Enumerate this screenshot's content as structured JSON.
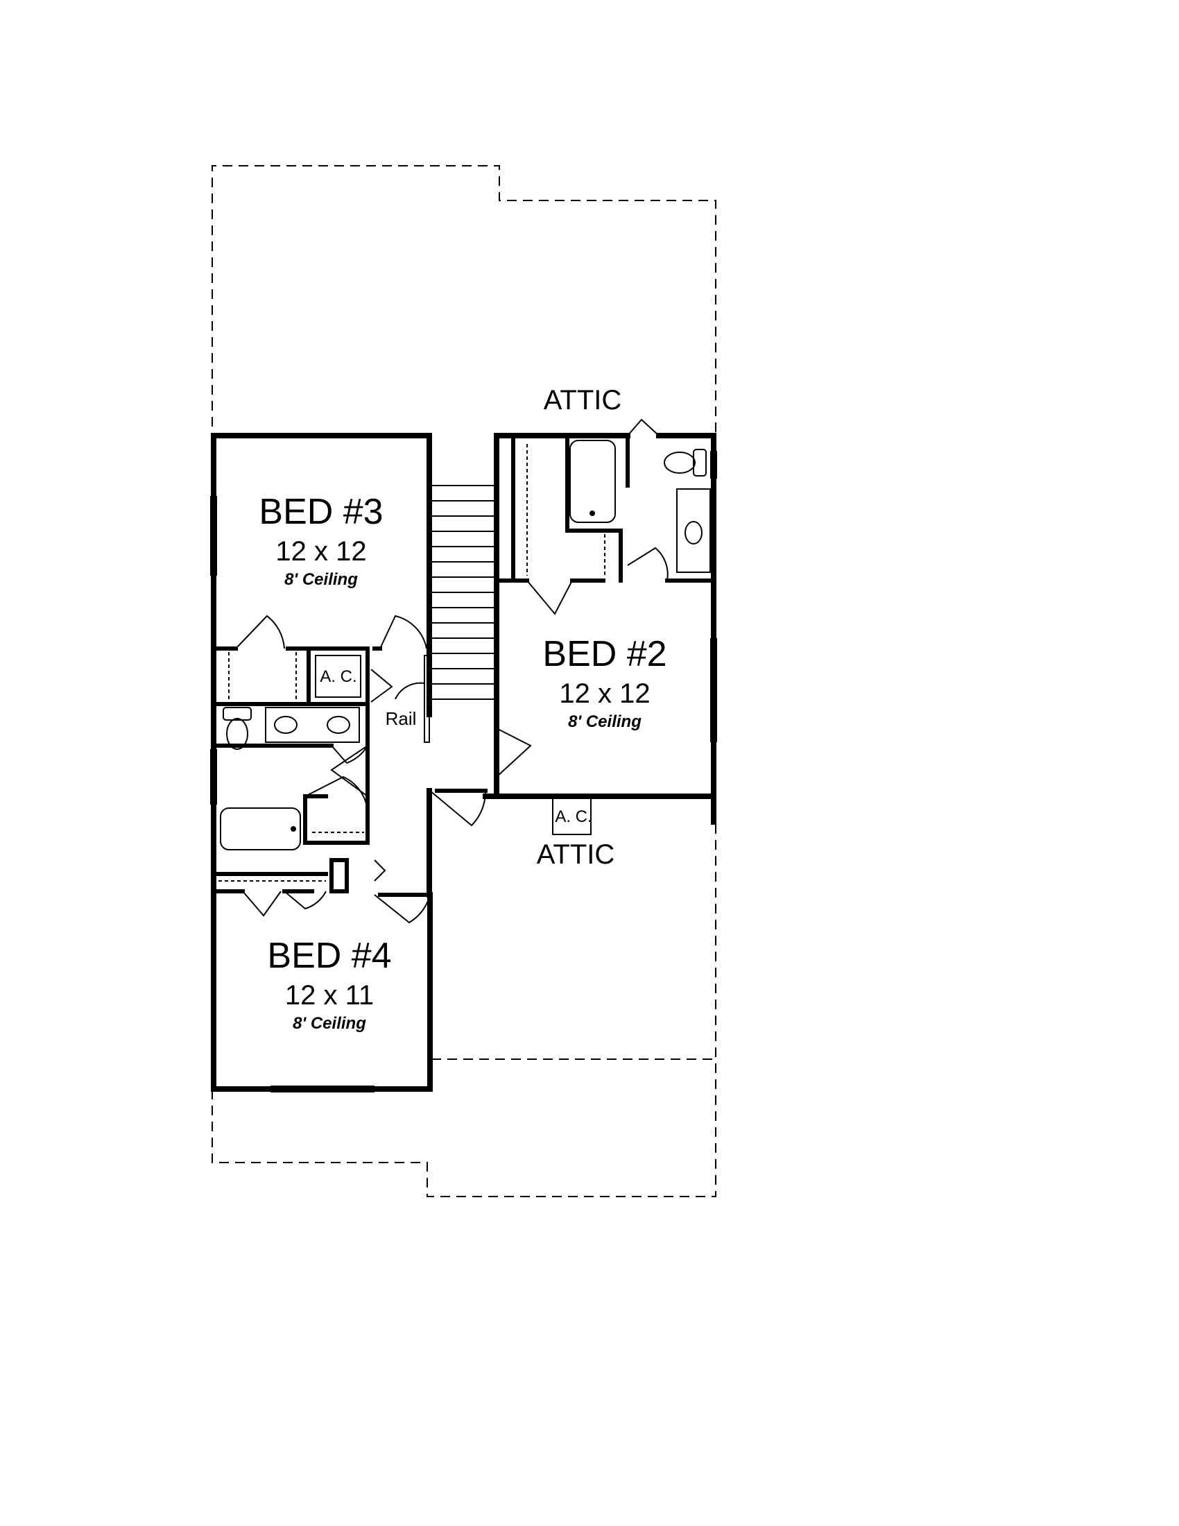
{
  "rooms": {
    "bed3": {
      "name": "BED #3",
      "size": "12 x 12",
      "ceiling": "8' Ceiling"
    },
    "bed2": {
      "name": "BED #2",
      "size": "12 x 12",
      "ceiling": "8' Ceiling"
    },
    "bed4": {
      "name": "BED #4",
      "size": "12 x 11",
      "ceiling": "8' Ceiling"
    }
  },
  "attic_top": "ATTIC",
  "attic_bottom": "ATTIC",
  "ac_left": "A. C.",
  "ac_right": "A. C.",
  "rail": "Rail"
}
